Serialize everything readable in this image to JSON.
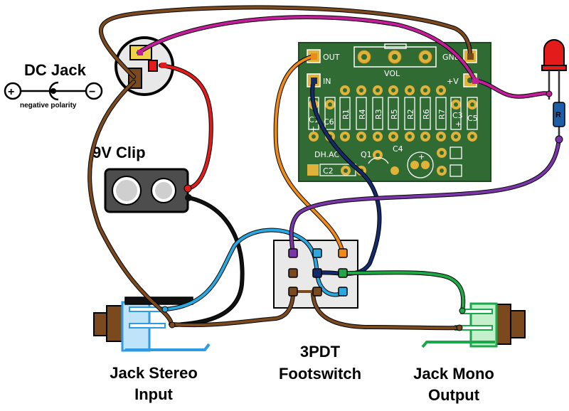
{
  "labels": {
    "dc_jack": "DC Jack",
    "negative_polarity": "negative polarity",
    "nine_v_clip": "9V Clip",
    "jack_stereo_line1": "Jack Stereo",
    "jack_stereo_line2": "Input",
    "footswitch_line1": "3PDT",
    "footswitch_line2": "Footswitch",
    "jack_mono_line1": "Jack Mono",
    "jack_mono_line2": "Output",
    "polarity_plus": "+",
    "polarity_minus": "−"
  },
  "pcb": {
    "out": "OUT",
    "in": "IN",
    "gnd": "GND",
    "plus_v": "+V",
    "vol": "VOL",
    "resistors": [
      "R1",
      "R4",
      "R3",
      "R5",
      "R2",
      "R6",
      "R7"
    ],
    "c1": "C1",
    "c6": "C6",
    "c3": "C3",
    "c5": "C5",
    "dh_ac": "DH.AC",
    "q1": "Q1",
    "c4": "C4",
    "c2": "C2",
    "plus_marks": "+"
  },
  "led": {
    "resistor_label": "R"
  },
  "colors": {
    "pcb_green": "#2f6b33",
    "pcb_pad": "#e0b23a",
    "wire_brown": "#7a4a1e",
    "wire_magenta": "#c21e9a",
    "wire_red": "#e31b1b",
    "wire_black": "#111111",
    "wire_orange": "#ef8a17",
    "wire_navy": "#132a6b",
    "wire_purple": "#7a36a8",
    "wire_cyan": "#29a9e0",
    "wire_green": "#1fa84a",
    "jack_blue": "#2e9be3",
    "jack_green": "#1aa84a"
  }
}
